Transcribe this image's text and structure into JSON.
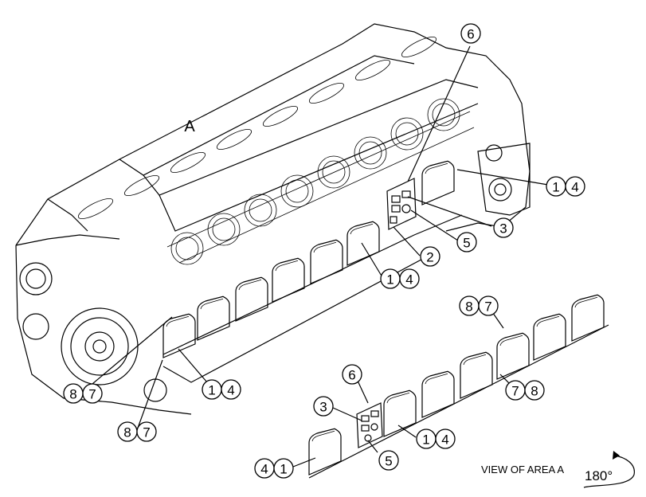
{
  "area_label": "A",
  "view_caption": "VIEW OF AREA  A",
  "rotation_label": "180°",
  "callouts": {
    "c6_top": "6",
    "c1_a": "1",
    "c4_a": "4",
    "c3_top": "3",
    "c5_top": "5",
    "c2": "2",
    "c1_b": "1",
    "c4_b": "4",
    "c8_a": "8",
    "c7_a": "7",
    "c1_c": "1",
    "c4_c": "4",
    "c8_b": "8",
    "c7_b": "7",
    "c8_c": "8",
    "c7_c": "7",
    "c7_d": "7",
    "c8_d": "8",
    "c6_bot": "6",
    "c3_bot": "3",
    "c1_d": "1",
    "c4_d": "4",
    "c5_bot": "5",
    "c4_e": "4",
    "c1_e": "1"
  }
}
